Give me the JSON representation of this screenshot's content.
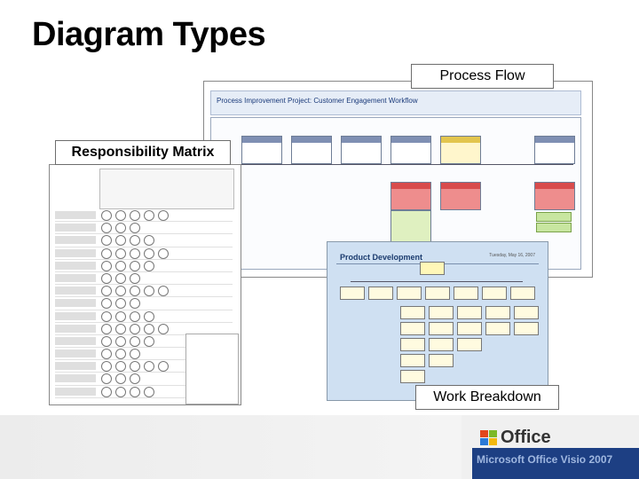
{
  "slide": {
    "title": "Diagram Types"
  },
  "labels": {
    "process_flow": "Process Flow",
    "responsibility_matrix": "Responsibility Matrix",
    "work_breakdown": "Work Breakdown"
  },
  "process_flow_image": {
    "header": "Process Improvement Project: Customer Engagement Workflow"
  },
  "work_breakdown_image": {
    "title": "Product Development",
    "date": "Tuesday, May 16, 2007"
  },
  "footer": {
    "logo": "Office",
    "product": "Microsoft Office Visio 2007"
  },
  "colors": {
    "footer_band": "#1d3f83",
    "logo_red": "#e2461c",
    "logo_green": "#7cb928",
    "logo_blue": "#2d7ad6",
    "logo_yellow": "#f2b80f"
  }
}
